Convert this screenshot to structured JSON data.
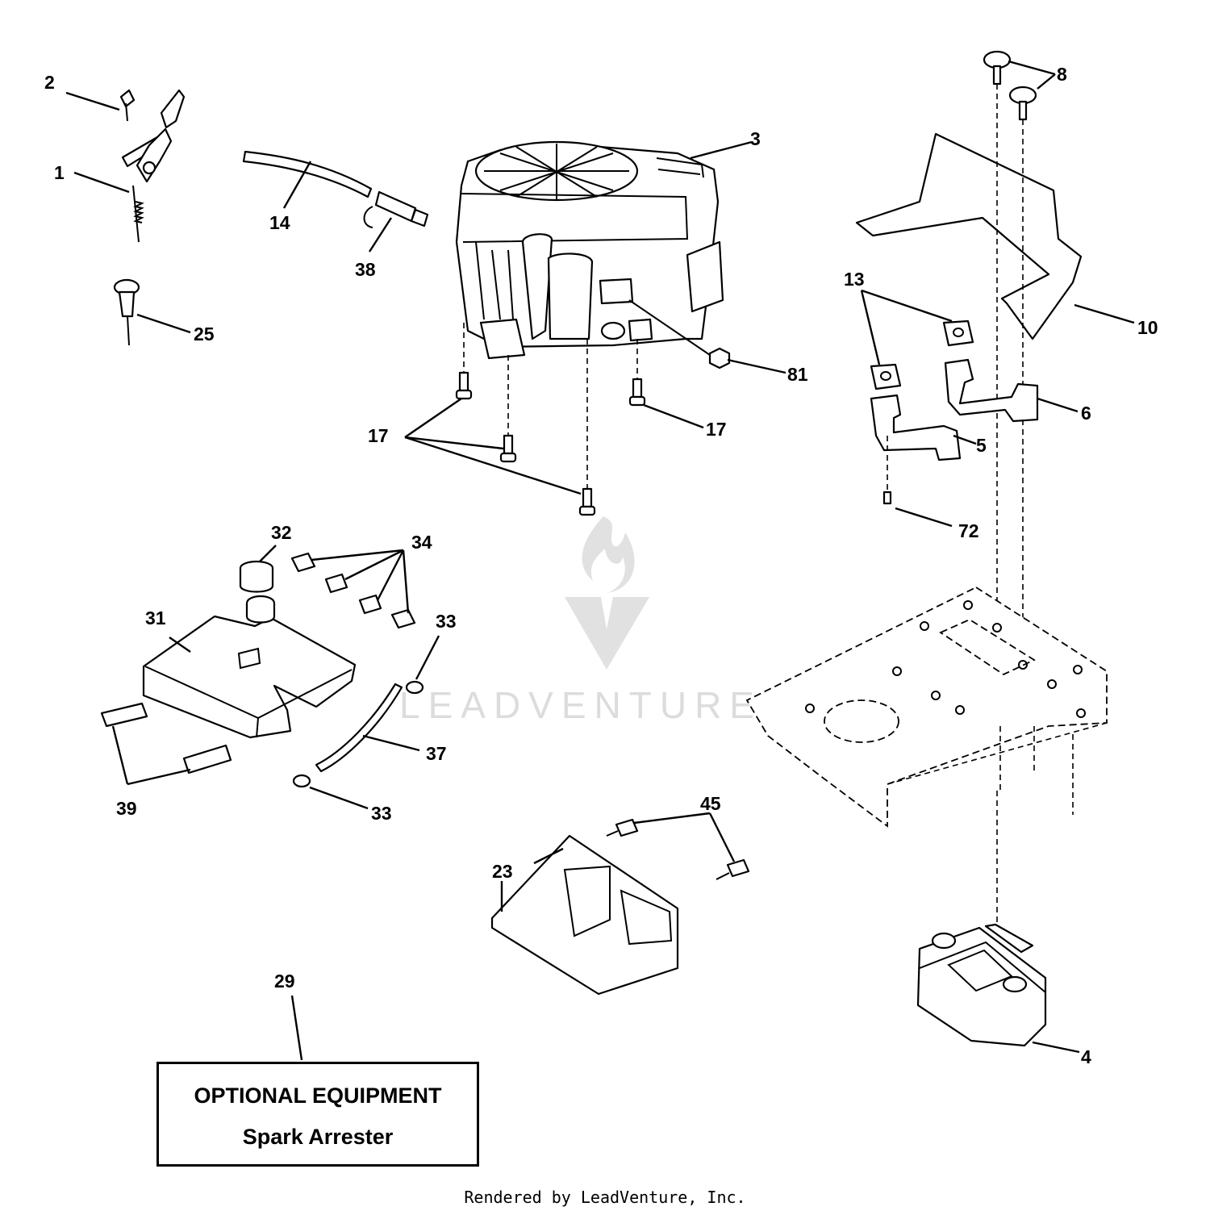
{
  "diagram": {
    "part_labels": {
      "p1": "1",
      "p2": "2",
      "p3": "3",
      "p4": "4",
      "p5": "5",
      "p6": "6",
      "p8": "8",
      "p10": "10",
      "p13": "13",
      "p14": "14",
      "p17a": "17",
      "p17b": "17",
      "p23": "23",
      "p25": "25",
      "p29": "29",
      "p31": "31",
      "p32": "32",
      "p33a": "33",
      "p33b": "33",
      "p34": "34",
      "p37": "37",
      "p38": "38",
      "p39": "39",
      "p45": "45",
      "p72": "72",
      "p81": "81"
    },
    "optional_box": {
      "title": "OPTIONAL EQUIPMENT",
      "subtitle": "Spark Arrester"
    },
    "watermark": "LEADVENTURE",
    "footer": "Rendered by LeadVenture, Inc."
  }
}
